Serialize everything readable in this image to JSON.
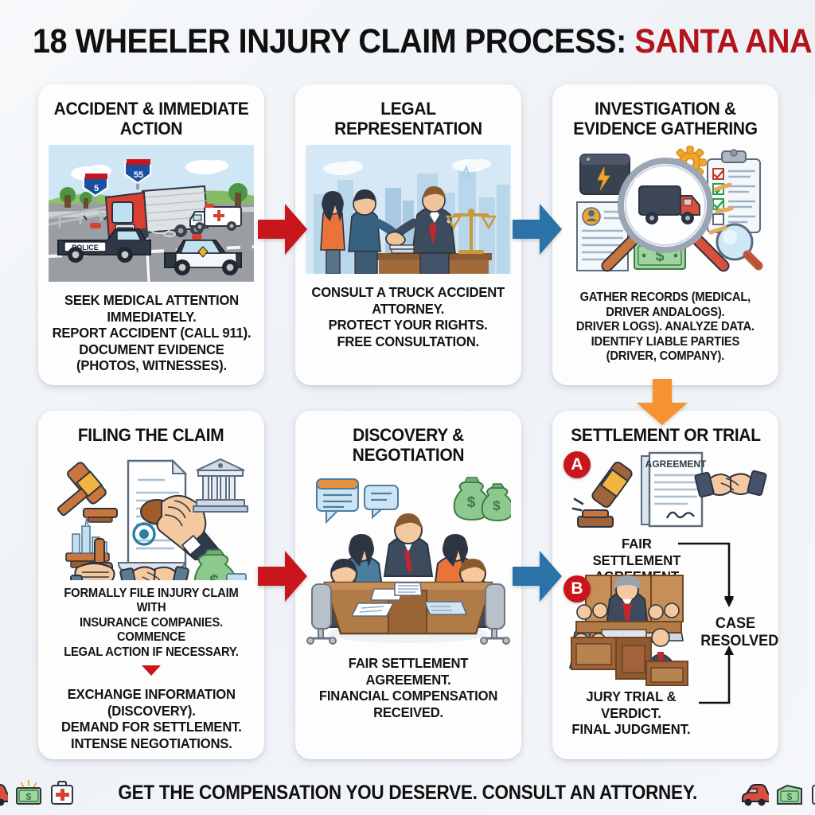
{
  "title": {
    "main": "18 WHEELER INJURY CLAIM PROCESS:",
    "accent": "SANTA ANA"
  },
  "steps": [
    {
      "id": "accident-immediate-action",
      "heading": "ACCIDENT &\nIMMEDIATE ACTION",
      "body": "SEEK MEDICAL ATTENTION\nIMMEDIATELY.\nREPORT ACCIDENT (CALL 911).\nDOCUMENT EVIDENCE\n(PHOTOS, WITNESSES).",
      "illustration": "overturned-semi-truck-crash-scene-with-police-cars-and-ambulance",
      "signs": [
        "5",
        "55"
      ],
      "police_label": "POLICE"
    },
    {
      "id": "legal-representation",
      "heading": "LEGAL\nREPRESENTATION",
      "body": "CONSULT A TRUCK ACCIDENT\nATTORNEY.\nPROTECT YOUR RIGHTS.\nFREE CONSULTATION.",
      "illustration": "attorney-handshake-with-clients-city-skyline-and-scales-of-justice"
    },
    {
      "id": "investigation-evidence-gathering",
      "heading": "INVESTIGATION &\nEVIDENCE GATHERING",
      "body": "GATHER RECORDS (MEDICAL,\nDRIVER ANDALOGS).\nDRIVER LOGS). ANALYZE DATA.\nIDENTIFY LIABLE PARTIES\n(DRIVER, COMPANY).",
      "illustration": "magnifying-glass-over-truck-with-black-box-records-checklist-and-cash"
    },
    {
      "id": "filing-the-claim",
      "heading": "FILING THE CLAIM",
      "body": "FORMALLY FILE INJURY CLAIM WITH\nINSURANCE COMPANIES. COMMENCE\nLEGAL ACTION IF NECESSARY.",
      "body2": "EXCHANGE INFORMATION\n(DISCOVERY).\nDEMAND FOR SETTLEMENT.\nINTENSE NEGOTIATIONS.",
      "illustration": "gavel-legal-document-being-stamped-courthouse-handshake-and-money-bag"
    },
    {
      "id": "discovery-negotiation",
      "heading": "DISCOVERY &\nNEGOTIATION",
      "body": "FAIR SETTLEMENT\nAGREEMENT.\nFINANCIAL COMPENSATION\nRECEIVED.",
      "illustration": "negotiation-meeting-around-conference-table-with-speech-bubbles-and-money-bags"
    },
    {
      "id": "settlement-or-trial",
      "heading": "SETTLEMENT OR TRIAL",
      "branch_a_badge": "A",
      "branch_a_label": "FAIR SETTLEMENT\nAGREEMENT",
      "branch_a_illustration": "gavel-agreement-document-and-handshake",
      "branch_a_doc_title": "AGREEMENT",
      "branch_b_badge": "B",
      "branch_b_label": "JURY TRIAL & VERDICT.\nFINAL JUDGMENT.",
      "branch_b_illustration": "courtroom-with-judge-jury-box-and-attorney",
      "outcome": "CASE\nRESOLVED."
    }
  ],
  "arrows": [
    {
      "id": "arrow-step1-to-step2",
      "direction": "right",
      "color": "#c9161d"
    },
    {
      "id": "arrow-step2-to-step3",
      "direction": "right",
      "color": "#2b72a8"
    },
    {
      "id": "arrow-step3-to-step4",
      "direction": "down",
      "color": "#f59331"
    },
    {
      "id": "arrow-step4-to-step5",
      "direction": "right",
      "color": "#c9161d"
    },
    {
      "id": "arrow-step5-to-step6",
      "direction": "right",
      "color": "#2b72a8"
    }
  ],
  "banner": {
    "text": "GET THE COMPENSATION YOU DESERVE. CONSULT AN ATTORNEY.",
    "left_icons": [
      "red-car-icon",
      "dollar-bill-icon",
      "first-aid-kit-icon"
    ],
    "right_icons": [
      "red-car-icon",
      "dollar-bill-icon",
      "first-aid-kit-icon"
    ]
  },
  "colors": {
    "accent_red": "#b3131a",
    "arrow_red": "#c9161d",
    "arrow_blue": "#2b72a8",
    "arrow_orange": "#f59331",
    "text": "#111111",
    "card_bg": "#fdfdfd",
    "page_bg": "#f2f5f8"
  }
}
